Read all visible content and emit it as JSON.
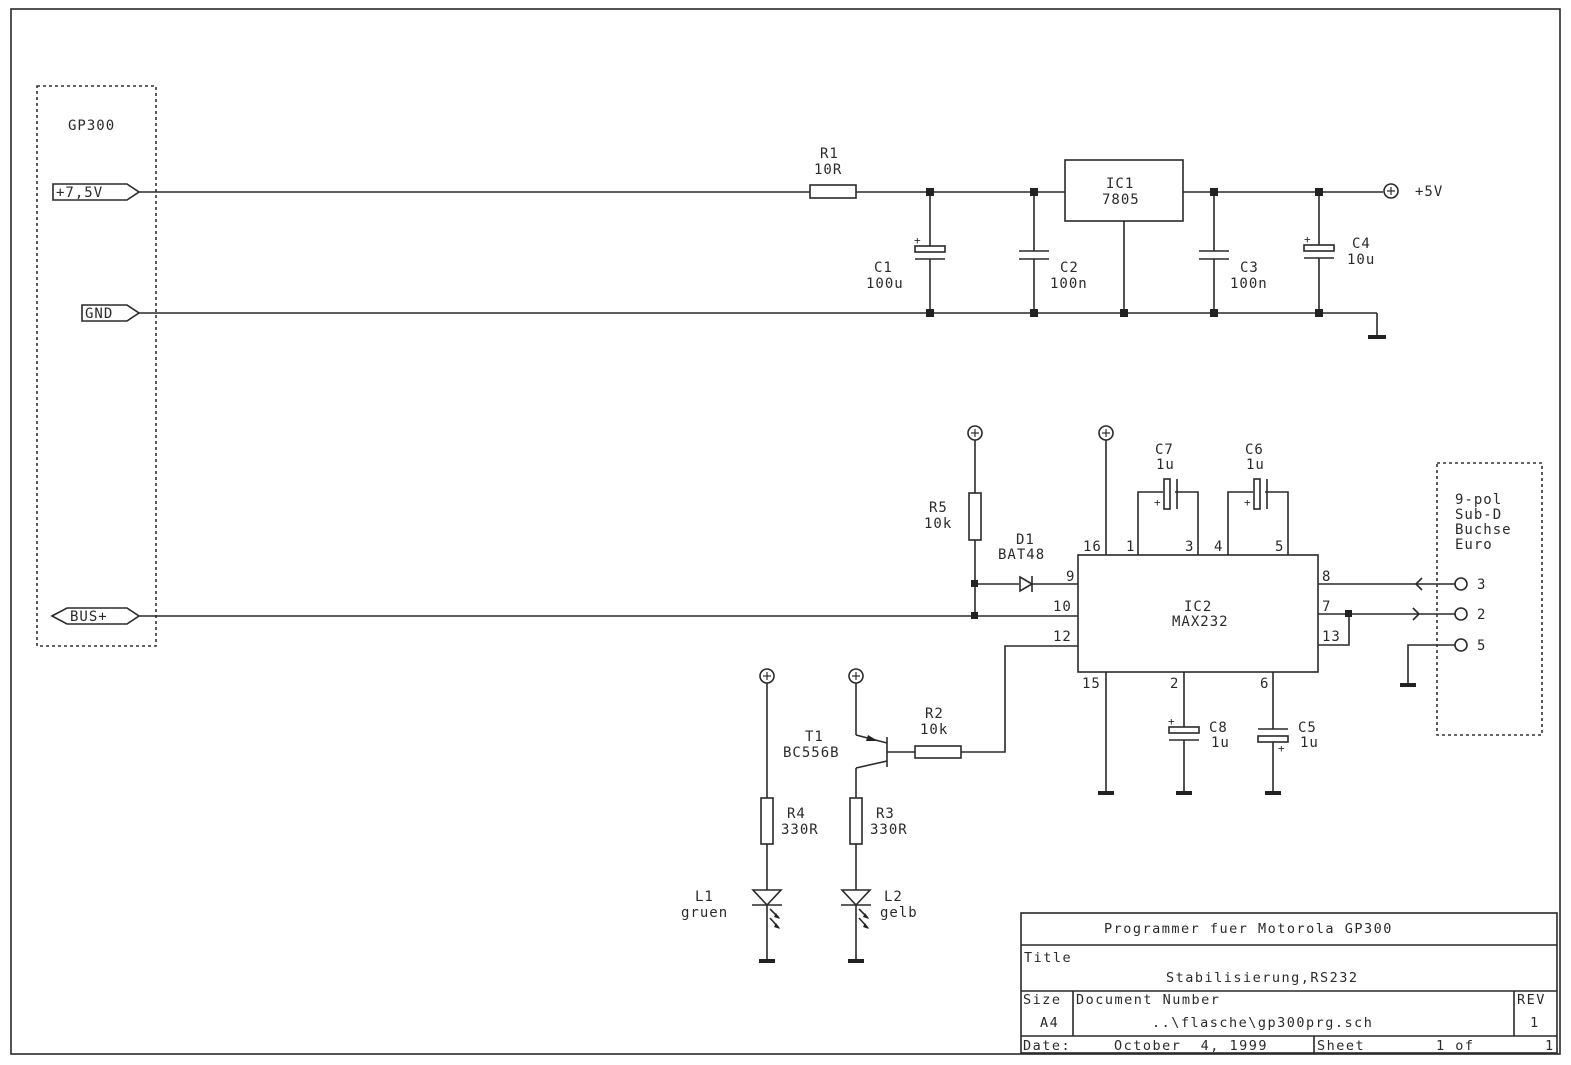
{
  "schematic": {
    "blocks": {
      "gp300": {
        "title": "GP300"
      },
      "subd": {
        "title_lines": [
          "9-pol",
          "Sub-D",
          "Buchse",
          "Euro"
        ]
      }
    },
    "ports": {
      "vin": "+7,5V",
      "gnd": "GND",
      "bus": "BUS+"
    },
    "supply": {
      "vout": "+5V"
    },
    "components": {
      "R1": {
        "ref": "R1",
        "value": "10R"
      },
      "R2": {
        "ref": "R2",
        "value": "10k"
      },
      "R3": {
        "ref": "R3",
        "value": "330R"
      },
      "R4": {
        "ref": "R4",
        "value": "330R"
      },
      "R5": {
        "ref": "R5",
        "value": "10k"
      },
      "C1": {
        "ref": "C1",
        "value": "100u"
      },
      "C2": {
        "ref": "C2",
        "value": "100n"
      },
      "C3": {
        "ref": "C3",
        "value": "100n"
      },
      "C4": {
        "ref": "C4",
        "value": "10u"
      },
      "C5": {
        "ref": "C5",
        "value": "1u"
      },
      "C6": {
        "ref": "C6",
        "value": "1u"
      },
      "C7": {
        "ref": "C7",
        "value": "1u"
      },
      "C8": {
        "ref": "C8",
        "value": "1u"
      },
      "IC1": {
        "ref": "IC1",
        "value": "7805"
      },
      "IC2": {
        "ref": "IC2",
        "value": "MAX232"
      },
      "D1": {
        "ref": "D1",
        "value": "BAT48"
      },
      "T1": {
        "ref": "T1",
        "value": "BC556B"
      },
      "L1": {
        "ref": "L1",
        "value": "gruen"
      },
      "L2": {
        "ref": "L2",
        "value": "gelb"
      }
    },
    "ic2_pins": {
      "p16": "16",
      "p1": "1",
      "p3": "3",
      "p4": "4",
      "p5": "5",
      "p9": "9",
      "p10": "10",
      "p12": "12",
      "p8": "8",
      "p7": "7",
      "p13": "13",
      "p15": "15",
      "p2": "2",
      "p6": "6"
    },
    "connector_pins": {
      "a": "3",
      "b": "2",
      "c": "5"
    },
    "plus_sign": "+"
  },
  "title_block": {
    "project": "Programmer fuer Motorola GP300",
    "title_label": "Title",
    "title": "Stabilisierung,RS232",
    "size_label": "Size",
    "size": "A4",
    "docnum_label": "Document Number",
    "docnum": "..\\flasche\\gp300prg.sch",
    "rev_label": "REV",
    "rev": "1",
    "date_label": "Date:",
    "date": "October  4, 1999",
    "sheet_label": "Sheet",
    "sheet_of": "1 of",
    "sheet_total": "1"
  }
}
